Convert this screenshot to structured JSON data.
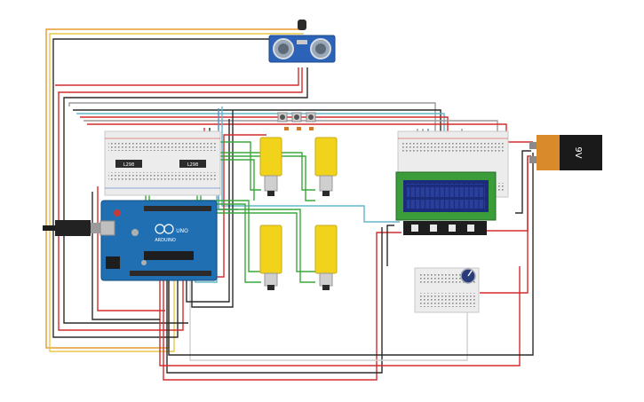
{
  "labels": {
    "battery": "9V",
    "arduino_brand": "ARDUINO",
    "arduino_model": "UNO",
    "driver_left": "L298",
    "driver_right": "L298"
  },
  "colors": {
    "wire_red": "#d42b2b",
    "wire_black": "#2b2b2b",
    "wire_green": "#3aa83a",
    "wire_orange": "#e69a2e",
    "wire_yellow": "#e8c84a",
    "wire_cyan": "#63b7c9",
    "wire_blue": "#4e8fd1",
    "wire_grey": "#9a9a9a",
    "arduino_blue": "#1f6fb2",
    "motor_yellow": "#f2d31b",
    "lcd_green": "#3a9d3a",
    "lcd_screen": "#1b2d7a",
    "breadboard": "#ececec",
    "battery_orange": "#d98b2b"
  },
  "components": [
    "ultrasonic-sensor",
    "arduino-uno",
    "usb-cable",
    "motor-driver-left",
    "motor-driver-right",
    "dc-motor-1",
    "dc-motor-2",
    "dc-motor-3",
    "dc-motor-4",
    "lcd-16x2",
    "neopixel-strip",
    "potentiometer",
    "battery-9v",
    "breadboard-left",
    "breadboard-right",
    "breadboard-small",
    "push-buttons"
  ]
}
